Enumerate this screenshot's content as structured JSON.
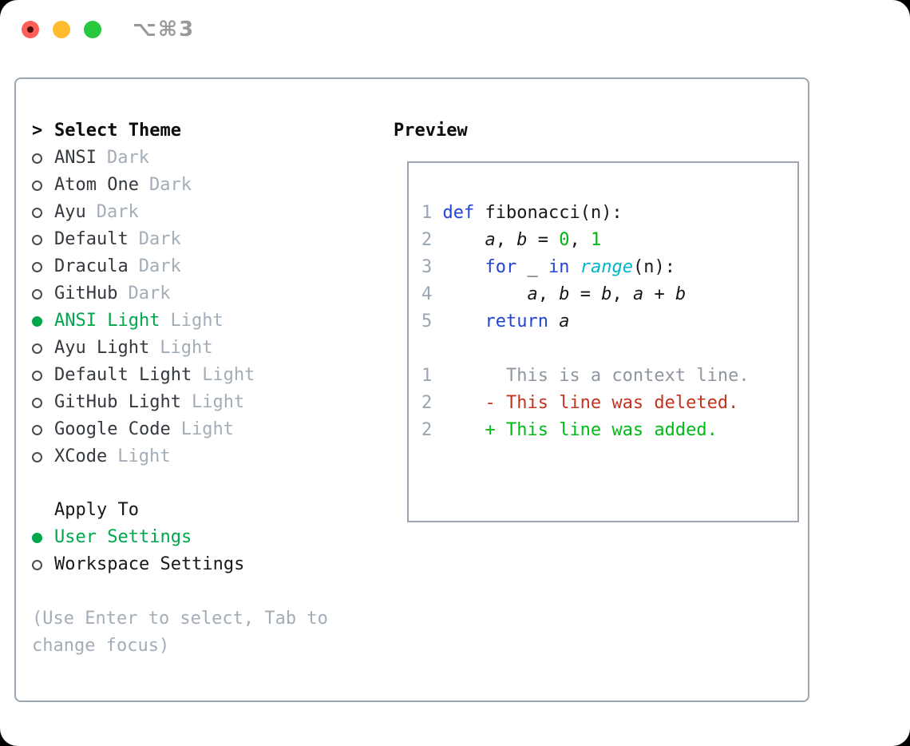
{
  "titlebar": {
    "shortcut": "⌥⌘3",
    "traffic_lights": [
      "close",
      "minimize",
      "zoom"
    ]
  },
  "theme_panel": {
    "cursor": ">",
    "header": "Select Theme",
    "items": [
      {
        "name": "ANSI",
        "tag": "Dark",
        "selected": false
      },
      {
        "name": "Atom One",
        "tag": "Dark",
        "selected": false
      },
      {
        "name": "Ayu",
        "tag": "Dark",
        "selected": false
      },
      {
        "name": "Default",
        "tag": "Dark",
        "selected": false
      },
      {
        "name": "Dracula",
        "tag": "Dark",
        "selected": false
      },
      {
        "name": "GitHub",
        "tag": "Dark",
        "selected": false
      },
      {
        "name": "ANSI Light",
        "tag": "Light",
        "selected": true
      },
      {
        "name": "Ayu Light",
        "tag": "Light",
        "selected": false
      },
      {
        "name": "Default Light",
        "tag": "Light",
        "selected": false
      },
      {
        "name": "GitHub Light",
        "tag": "Light",
        "selected": false
      },
      {
        "name": "Google Code",
        "tag": "Light",
        "selected": false
      },
      {
        "name": "XCode",
        "tag": "Light",
        "selected": false
      }
    ]
  },
  "apply_to": {
    "header": "Apply To",
    "options": [
      {
        "label": "User Settings",
        "selected": true
      },
      {
        "label": "Workspace Settings",
        "selected": false
      }
    ]
  },
  "help": {
    "lines": [
      "(Use Enter to select, Tab to",
      "change focus)"
    ]
  },
  "preview": {
    "header": "Preview",
    "code_lines": [
      {
        "num": "1",
        "tokens": [
          {
            "t": "def",
            "c": "kw"
          },
          {
            "t": " fibonacci(n):",
            "c": "pl"
          }
        ]
      },
      {
        "num": "2",
        "tokens": [
          {
            "t": "    ",
            "c": "pl"
          },
          {
            "t": "a",
            "c": "var"
          },
          {
            "t": ", ",
            "c": "pl"
          },
          {
            "t": "b",
            "c": "var"
          },
          {
            "t": " = ",
            "c": "pl"
          },
          {
            "t": "0",
            "c": "num"
          },
          {
            "t": ", ",
            "c": "pl"
          },
          {
            "t": "1",
            "c": "num"
          }
        ]
      },
      {
        "num": "3",
        "tokens": [
          {
            "t": "    ",
            "c": "pl"
          },
          {
            "t": "for",
            "c": "kw"
          },
          {
            "t": " _ ",
            "c": "pl"
          },
          {
            "t": "in",
            "c": "kw"
          },
          {
            "t": " ",
            "c": "pl"
          },
          {
            "t": "range",
            "c": "bi"
          },
          {
            "t": "(n):",
            "c": "pl"
          }
        ]
      },
      {
        "num": "4",
        "tokens": [
          {
            "t": "        ",
            "c": "pl"
          },
          {
            "t": "a",
            "c": "var"
          },
          {
            "t": ", ",
            "c": "pl"
          },
          {
            "t": "b",
            "c": "var"
          },
          {
            "t": " = ",
            "c": "pl"
          },
          {
            "t": "b",
            "c": "var"
          },
          {
            "t": ", ",
            "c": "pl"
          },
          {
            "t": "a",
            "c": "var"
          },
          {
            "t": " + ",
            "c": "pl"
          },
          {
            "t": "b",
            "c": "var"
          }
        ]
      },
      {
        "num": "5",
        "tokens": [
          {
            "t": "    ",
            "c": "pl"
          },
          {
            "t": "return",
            "c": "kw"
          },
          {
            "t": " ",
            "c": "pl"
          },
          {
            "t": "a",
            "c": "var"
          }
        ]
      },
      {
        "num": "",
        "tokens": []
      },
      {
        "num": "1",
        "tokens": [
          {
            "t": "      This is a context line.",
            "c": "ctx"
          }
        ]
      },
      {
        "num": "2",
        "tokens": [
          {
            "t": "    - This line was deleted.",
            "c": "del"
          }
        ]
      },
      {
        "num": "2",
        "tokens": [
          {
            "t": "    + This line was added.",
            "c": "add"
          }
        ]
      }
    ]
  },
  "colors": {
    "selection_green": "#00a74a",
    "keyword_blue": "#2144d4",
    "builtin_cyan": "#00b6c8",
    "number_green": "#00b50f",
    "added_green": "#00bb16",
    "deleted_red": "#c4331f",
    "muted_gray": "#a3adb8",
    "gutter_gray": "#9aa5b2",
    "border_gray": "#9ba4b0",
    "traffic_red": "#ff5f57",
    "traffic_yellow": "#febc2e",
    "traffic_green": "#28c840"
  }
}
